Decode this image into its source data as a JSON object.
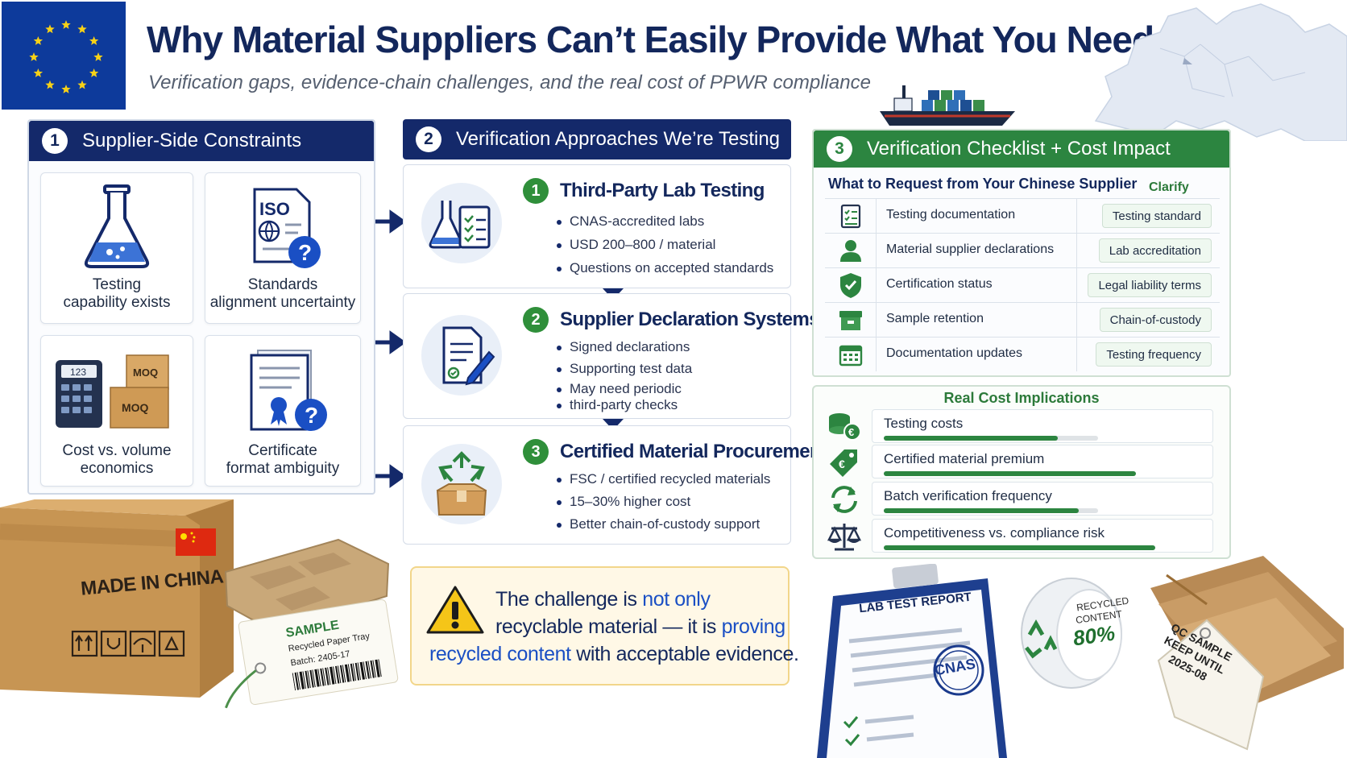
{
  "header": {
    "title": "Why Material Suppliers Can’t Easily Provide What You Need",
    "subtitle": "Verification gaps, evidence-chain challenges, and the real cost of PPWR compliance"
  },
  "panel1": {
    "number": "1",
    "title": "Supplier-Side Constraints",
    "cards": [
      {
        "line1": "Testing",
        "line2": "capability exists",
        "icon": "flask-icon"
      },
      {
        "line1": "Standards",
        "line2": "alignment uncertainty",
        "icon": "iso-document-icon",
        "icon_text": "ISO"
      },
      {
        "line1": "Cost vs. volume",
        "line2": "economics",
        "icon": "calculator-boxes-icon",
        "calc_display": "123",
        "box_text": "MOQ"
      },
      {
        "line1": "Certificate",
        "line2": "format ambiguity",
        "icon": "certificate-icon"
      }
    ]
  },
  "panel2": {
    "number": "2",
    "title": "Verification Approaches We’re Testing",
    "methods": [
      {
        "number": "1",
        "title": "Third-Party Lab Testing",
        "bullets": [
          "CNAS-accredited labs",
          "USD 200–800 / material",
          "Questions on accepted standards"
        ]
      },
      {
        "number": "2",
        "title": "Supplier Declaration Systems",
        "bullets": [
          "Signed declarations",
          "Supporting test data",
          "May need periodic",
          "third-party checks"
        ]
      },
      {
        "number": "3",
        "title": "Certified Material Procurement",
        "bullets": [
          "FSC / certified recycled materials",
          "15–30% higher cost",
          "Better chain-of-custody support"
        ]
      }
    ]
  },
  "challenge": {
    "part1": "The challenge is ",
    "part2": "not only",
    "part3": "recyclable material — it is ",
    "part4": "proving",
    "part5": "recycled content",
    "part6": " with acceptable evidence."
  },
  "panel3": {
    "number": "3",
    "title": "Verification Checklist + Cost Impact",
    "subtitle": "What to Request from Your Chinese Supplier",
    "clarify_label": "Clarify",
    "rows": [
      {
        "label": "Testing documentation",
        "clarify": "Testing standard",
        "icon": "checklist-icon"
      },
      {
        "label": "Material supplier declarations",
        "clarify": "Lab accreditation",
        "icon": "person-icon"
      },
      {
        "label": "Certification status",
        "clarify": "Legal liability terms",
        "icon": "shield-check-icon"
      },
      {
        "label": "Sample retention",
        "clarify": "Chain-of-custody",
        "icon": "archive-box-icon"
      },
      {
        "label": "Documentation updates",
        "clarify": "Testing frequency",
        "icon": "calendar-icon"
      }
    ]
  },
  "costs": {
    "title": "Real Cost Implications",
    "items": [
      {
        "label": "Testing costs",
        "level": 0.82,
        "icon": "coins-euro-icon"
      },
      {
        "label": "Certified material premium",
        "level": 1.19,
        "icon": "euro-tag-icon"
      },
      {
        "label": "Batch verification frequency",
        "level": 0.92,
        "icon": "refresh-icon"
      },
      {
        "label": "Competitiveness vs. compliance risk",
        "level": 1.28,
        "icon": "scales-icon"
      }
    ]
  },
  "illustrations": {
    "box_text": "MADE IN CHINA",
    "sample_tag": {
      "title": "SAMPLE",
      "line1": "Recycled Paper Tray",
      "line2": "Batch: 2405-17"
    },
    "lab_report_title": "LAB TEST REPORT",
    "lab_stamp": "CNAS",
    "roll_line1": "RECYCLED",
    "roll_line2": "CONTENT",
    "roll_value": "80%",
    "qc_tag": "QC SAMPLE KEEP UNTIL 2025-08"
  },
  "colors": {
    "navy": "#14296a",
    "green": "#2c8540",
    "accent_blue": "#1a4fc4",
    "warning_yellow": "#f5c518"
  }
}
